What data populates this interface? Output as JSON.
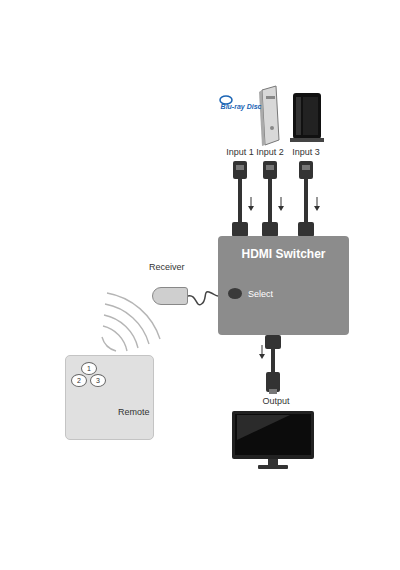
{
  "diagram": {
    "nodes": [
      {
        "text": [
          "HDMI Switcher",
          "Select"
        ]
      },
      {
        "text": [
          "Receiver"
        ]
      },
      {
        "text": [
          "Remote"
        ]
      },
      {
        "text": [
          "1"
        ],
        "in": 2
      },
      {
        "text": [
          "2"
        ],
        "in": 2
      },
      {
        "text": [
          "3"
        ],
        "in": 2
      }
    ],
    "edges": [
      {
        "from": 1,
        "to": 0,
        "arrow": "none"
      }
    ],
    "labels": [
      "Blu-ray Disc",
      "Input 1",
      "Input 2",
      "Input 3",
      "Output"
    ]
  }
}
